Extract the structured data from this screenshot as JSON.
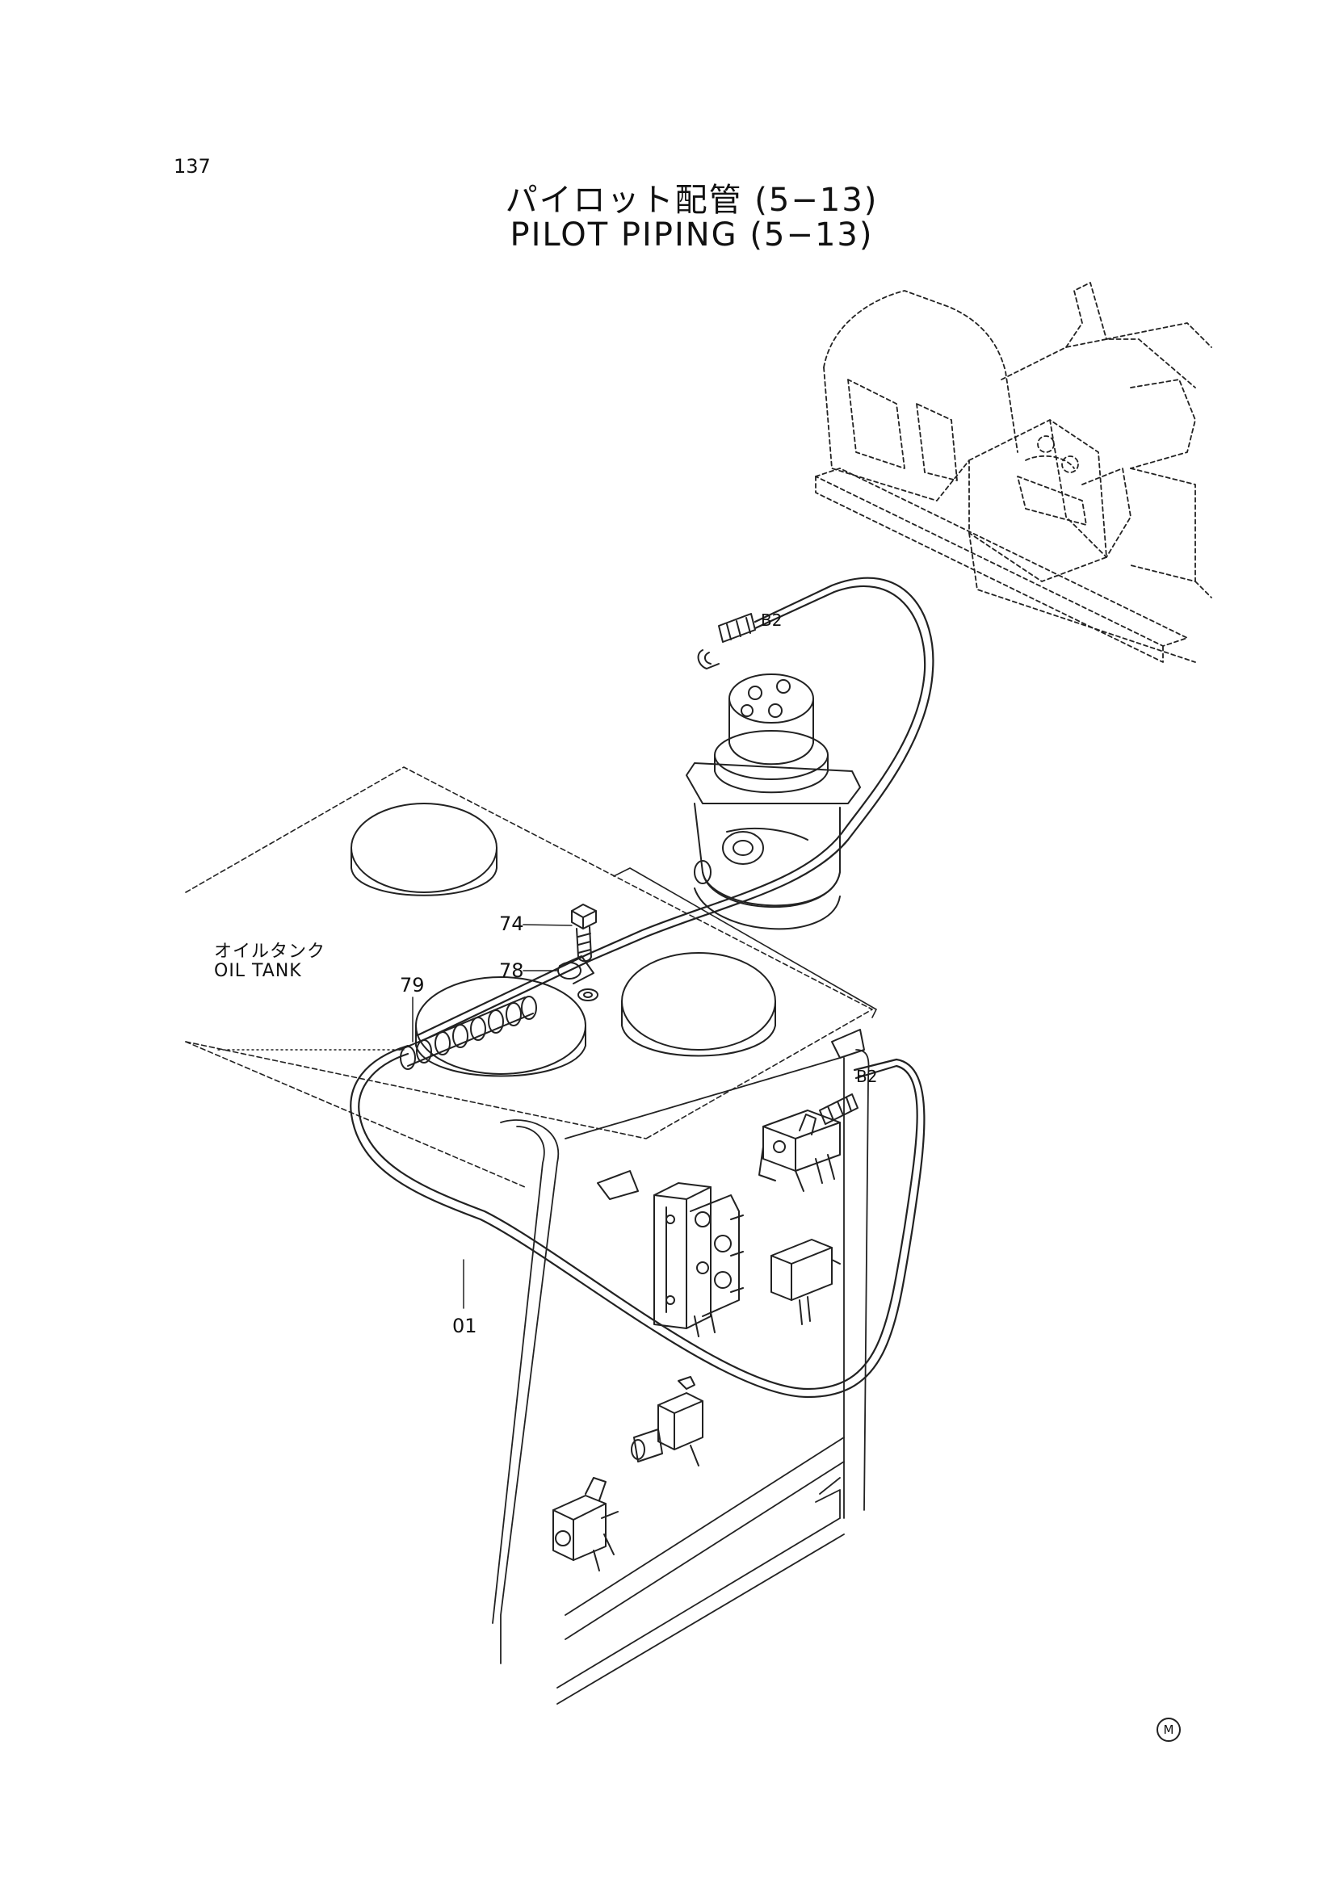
{
  "page_number": "137",
  "title_jp": "パイロット配管 (5−13)",
  "title_en": "PILOT PIPING (5−13)",
  "oil_tank_jp": "オイルタンク",
  "oil_tank_en": "OIL TANK",
  "callouts": {
    "p74": "74",
    "p78": "78",
    "p79": "79",
    "p01": "01",
    "b2_top": "B2",
    "b2_right": "B2"
  },
  "corner_mark": "M"
}
